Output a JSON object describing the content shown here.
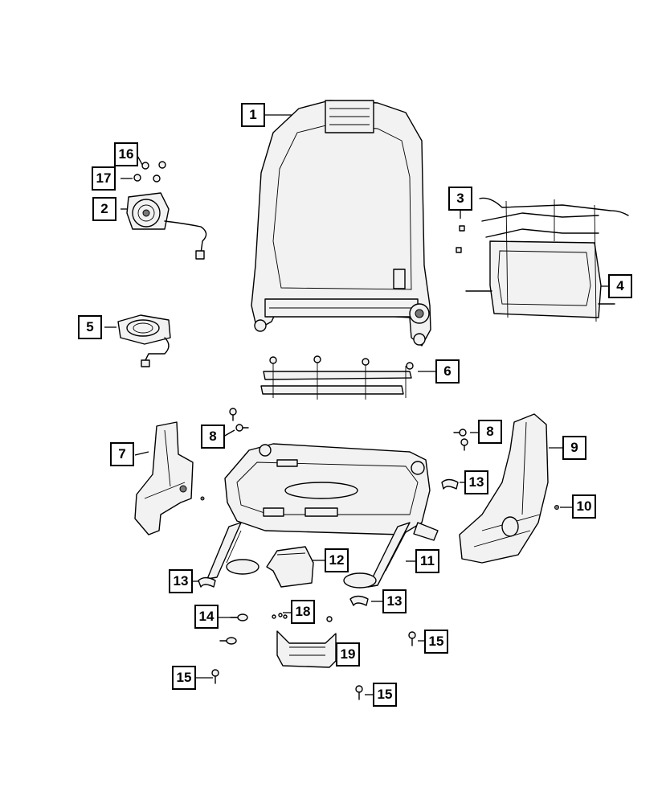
{
  "callouts": {
    "c1": "1",
    "c2": "2",
    "c3": "3",
    "c4": "4",
    "c5": "5",
    "c6": "6",
    "c7": "7",
    "c8a": "8",
    "c8b": "8",
    "c9": "9",
    "c10": "10",
    "c11": "11",
    "c12": "12",
    "c13a": "13",
    "c13b": "13",
    "c13c": "13",
    "c14": "14",
    "c15a": "15",
    "c15b": "15",
    "c15c": "15",
    "c16": "16",
    "c17": "17",
    "c18": "18",
    "c19": "19"
  },
  "icons": {
    "seat_back_frame": "seat-back-frame-icon",
    "speaker": "speaker-icon",
    "suspension_mat": "suspension-mat-icon",
    "cushion_frame": "seat-cushion-frame-icon",
    "shield": "seat-shield-icon"
  }
}
